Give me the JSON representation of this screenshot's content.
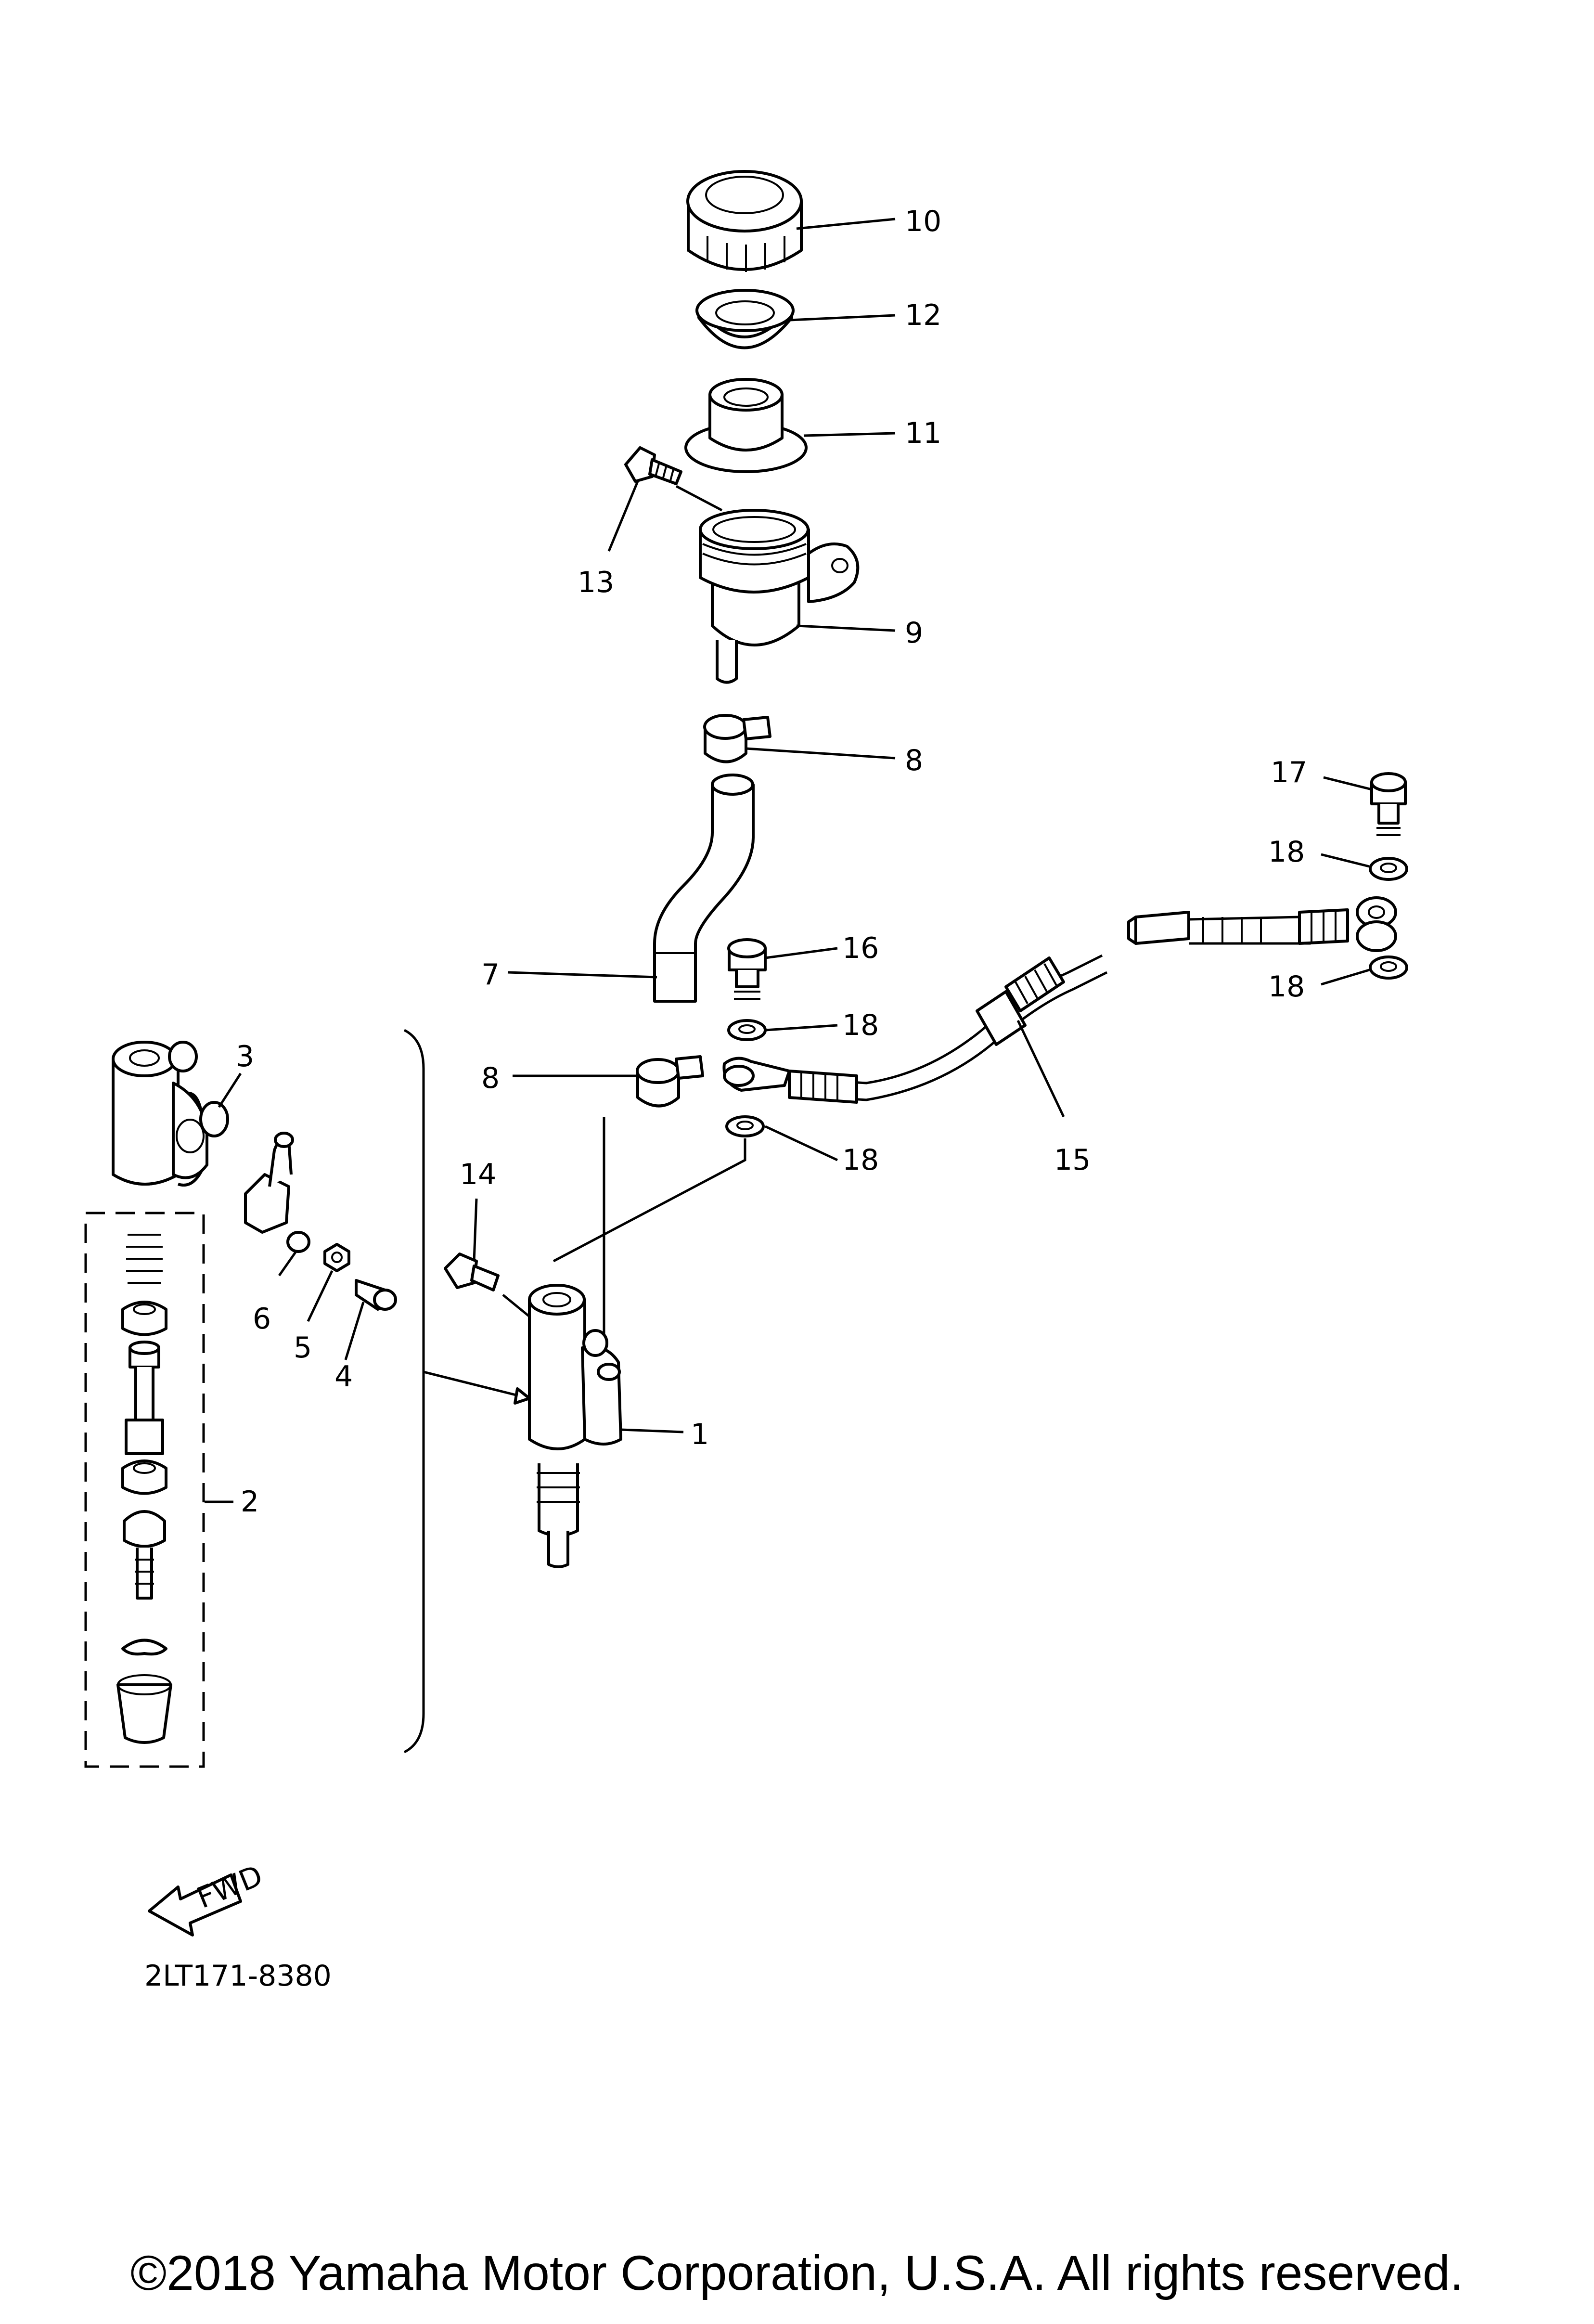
{
  "diagram_code": "2LT171-8380",
  "copyright": "©2018 Yamaha Motor Corporation, U.S.A. All rights reserved.",
  "fwd_label": "FWD",
  "callouts": [
    {
      "id": "1",
      "label": "1"
    },
    {
      "id": "2",
      "label": "2"
    },
    {
      "id": "3",
      "label": "3"
    },
    {
      "id": "4",
      "label": "4"
    },
    {
      "id": "5",
      "label": "5"
    },
    {
      "id": "6",
      "label": "6"
    },
    {
      "id": "7",
      "label": "7"
    },
    {
      "id": "8a",
      "label": "8"
    },
    {
      "id": "8b",
      "label": "8"
    },
    {
      "id": "9",
      "label": "9"
    },
    {
      "id": "10",
      "label": "10"
    },
    {
      "id": "11",
      "label": "11"
    },
    {
      "id": "12",
      "label": "12"
    },
    {
      "id": "13",
      "label": "13"
    },
    {
      "id": "14",
      "label": "14"
    },
    {
      "id": "15",
      "label": "15"
    },
    {
      "id": "16",
      "label": "16"
    },
    {
      "id": "17",
      "label": "17"
    },
    {
      "id": "18a",
      "label": "18"
    },
    {
      "id": "18b",
      "label": "18"
    },
    {
      "id": "18c",
      "label": "18"
    },
    {
      "id": "18d",
      "label": "18"
    }
  ]
}
